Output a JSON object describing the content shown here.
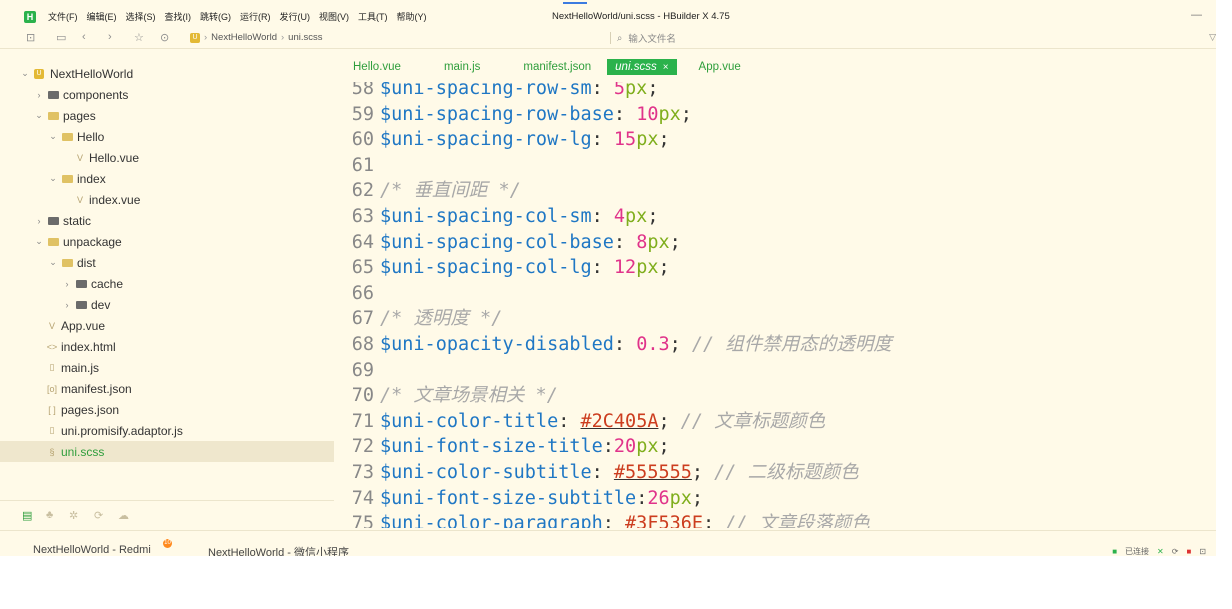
{
  "menubar": {
    "logo": "H",
    "items": [
      "文件(F)",
      "编辑(E)",
      "选择(S)",
      "查找(I)",
      "跳转(G)",
      "运行(R)",
      "发行(U)",
      "视图(V)",
      "工具(T)",
      "帮助(Y)"
    ],
    "title": "NextHelloWorld/uni.scss - HBuilder X 4.75",
    "minimize": "—"
  },
  "toolbar": {
    "project_badge": "U",
    "project": "NextHelloWorld",
    "file": "uni.scss",
    "search_placeholder": "输入文件名"
  },
  "tree": [
    {
      "label": "NextHelloWorld",
      "kind": "root",
      "chevron": "⌄",
      "depth": 0
    },
    {
      "label": "components",
      "kind": "folder-closed",
      "chevron": "›",
      "depth": 1
    },
    {
      "label": "pages",
      "kind": "folder-open",
      "chevron": "⌄",
      "depth": 1
    },
    {
      "label": "Hello",
      "kind": "folder-open",
      "chevron": "⌄",
      "depth": 2
    },
    {
      "label": "Hello.vue",
      "kind": "file",
      "icon": "V",
      "depth": 3
    },
    {
      "label": "index",
      "kind": "folder-open",
      "chevron": "⌄",
      "depth": 2
    },
    {
      "label": "index.vue",
      "kind": "file",
      "icon": "V",
      "depth": 3
    },
    {
      "label": "static",
      "kind": "folder-closed",
      "chevron": "›",
      "depth": 1
    },
    {
      "label": "unpackage",
      "kind": "folder-open",
      "chevron": "⌄",
      "depth": 1
    },
    {
      "label": "dist",
      "kind": "folder-open",
      "chevron": "⌄",
      "depth": 2
    },
    {
      "label": "cache",
      "kind": "folder-closed",
      "chevron": "›",
      "depth": 3
    },
    {
      "label": "dev",
      "kind": "folder-closed",
      "chevron": "›",
      "depth": 3
    },
    {
      "label": "App.vue",
      "kind": "file",
      "icon": "V",
      "depth": 1
    },
    {
      "label": "index.html",
      "kind": "file",
      "icon": "<>",
      "depth": 1
    },
    {
      "label": "main.js",
      "kind": "file",
      "icon": "▯",
      "depth": 1
    },
    {
      "label": "manifest.json",
      "kind": "file",
      "icon": "[o]",
      "depth": 1
    },
    {
      "label": "pages.json",
      "kind": "file",
      "icon": "[ ]",
      "depth": 1
    },
    {
      "label": "uni.promisify.adaptor.js",
      "kind": "file",
      "icon": "▯",
      "depth": 1
    },
    {
      "label": "uni.scss",
      "kind": "file",
      "icon": "§",
      "depth": 1,
      "selected": true
    }
  ],
  "tabs": [
    {
      "label": "Hello.vue",
      "active": false
    },
    {
      "label": "main.js",
      "active": false
    },
    {
      "label": "manifest.json",
      "active": false
    },
    {
      "label": "uni.scss",
      "active": true,
      "close": "×"
    },
    {
      "label": "App.vue",
      "active": false
    }
  ],
  "code_lines": [
    {
      "n": "58",
      "tokens": [
        [
          "var",
          "$uni-spacing-row-sm"
        ],
        [
          "punc",
          ": "
        ],
        [
          "num",
          "5"
        ],
        [
          "unit",
          "px"
        ],
        [
          "punc",
          ";"
        ]
      ]
    },
    {
      "n": "59",
      "tokens": [
        [
          "var",
          "$uni-spacing-row-base"
        ],
        [
          "punc",
          ": "
        ],
        [
          "num",
          "10"
        ],
        [
          "unit",
          "px"
        ],
        [
          "punc",
          ";"
        ]
      ]
    },
    {
      "n": "60",
      "tokens": [
        [
          "var",
          "$uni-spacing-row-lg"
        ],
        [
          "punc",
          ": "
        ],
        [
          "num",
          "15"
        ],
        [
          "unit",
          "px"
        ],
        [
          "punc",
          ";"
        ]
      ]
    },
    {
      "n": "61",
      "tokens": []
    },
    {
      "n": "62",
      "tokens": [
        [
          "cmt",
          "/* 垂直间距 */"
        ]
      ]
    },
    {
      "n": "63",
      "tokens": [
        [
          "var",
          "$uni-spacing-col-sm"
        ],
        [
          "punc",
          ": "
        ],
        [
          "num",
          "4"
        ],
        [
          "unit",
          "px"
        ],
        [
          "punc",
          ";"
        ]
      ]
    },
    {
      "n": "64",
      "tokens": [
        [
          "var",
          "$uni-spacing-col-base"
        ],
        [
          "punc",
          ": "
        ],
        [
          "num",
          "8"
        ],
        [
          "unit",
          "px"
        ],
        [
          "punc",
          ";"
        ]
      ]
    },
    {
      "n": "65",
      "tokens": [
        [
          "var",
          "$uni-spacing-col-lg"
        ],
        [
          "punc",
          ": "
        ],
        [
          "num",
          "12"
        ],
        [
          "unit",
          "px"
        ],
        [
          "punc",
          ";"
        ]
      ]
    },
    {
      "n": "66",
      "tokens": []
    },
    {
      "n": "67",
      "tokens": [
        [
          "cmt",
          "/* 透明度 */"
        ]
      ]
    },
    {
      "n": "68",
      "tokens": [
        [
          "var",
          "$uni-opacity-disabled"
        ],
        [
          "punc",
          ": "
        ],
        [
          "num",
          "0.3"
        ],
        [
          "punc",
          "; "
        ],
        [
          "cmt",
          "// 组件禁用态的透明度"
        ]
      ]
    },
    {
      "n": "69",
      "tokens": []
    },
    {
      "n": "70",
      "tokens": [
        [
          "cmt",
          "/* 文章场景相关 */"
        ]
      ]
    },
    {
      "n": "71",
      "tokens": [
        [
          "var",
          "$uni-color-title"
        ],
        [
          "punc",
          ": "
        ],
        [
          "hex",
          "#2C405A"
        ],
        [
          "punc",
          "; "
        ],
        [
          "cmt",
          "// 文章标题颜色"
        ]
      ]
    },
    {
      "n": "72",
      "tokens": [
        [
          "var",
          "$uni-font-size-title"
        ],
        [
          "punc",
          ":"
        ],
        [
          "num",
          "20"
        ],
        [
          "unit",
          "px"
        ],
        [
          "punc",
          ";"
        ]
      ]
    },
    {
      "n": "73",
      "tokens": [
        [
          "var",
          "$uni-color-subtitle"
        ],
        [
          "punc",
          ": "
        ],
        [
          "hex",
          "#555555"
        ],
        [
          "punc",
          "; "
        ],
        [
          "cmt",
          "// 二级标题颜色"
        ]
      ]
    },
    {
      "n": "74",
      "tokens": [
        [
          "var",
          "$uni-font-size-subtitle"
        ],
        [
          "punc",
          ":"
        ],
        [
          "num",
          "26"
        ],
        [
          "unit",
          "px"
        ],
        [
          "punc",
          ";"
        ]
      ]
    },
    {
      "n": "75",
      "tokens": [
        [
          "var",
          "$uni-color-paragraph"
        ],
        [
          "punc",
          ": "
        ],
        [
          "hex",
          "#3F536E"
        ],
        [
          "punc",
          "; "
        ],
        [
          "cmt",
          "// 文章段落颜色"
        ]
      ]
    }
  ],
  "bottom_tabs": [
    {
      "label": "NextHelloWorld - Redmi",
      "badge": "10"
    },
    {
      "label": "NextHelloWorld - 微信小程序"
    }
  ],
  "status": {
    "text": "已连接"
  },
  "colors": {
    "accent": "#2bb24c",
    "background": "#fffae8",
    "variable": "#1f77c4",
    "number": "#e0338a",
    "unit": "#7fae1c"
  }
}
